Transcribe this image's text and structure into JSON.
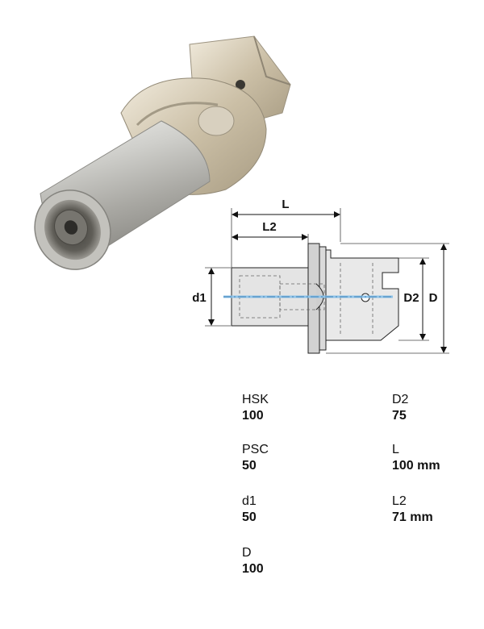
{
  "drawing_labels": {
    "L": "L",
    "L2": "L2",
    "d1": "d1",
    "D2": "D2",
    "D": "D"
  },
  "specs": [
    {
      "label": "HSK",
      "value": "100"
    },
    {
      "label": "D2",
      "value": "75"
    },
    {
      "label": "PSC",
      "value": "50"
    },
    {
      "label": "L",
      "value": "100 mm"
    },
    {
      "label": "d1",
      "value": "50"
    },
    {
      "label": "L2",
      "value": "71 mm"
    },
    {
      "label": "D",
      "value": "100"
    }
  ]
}
